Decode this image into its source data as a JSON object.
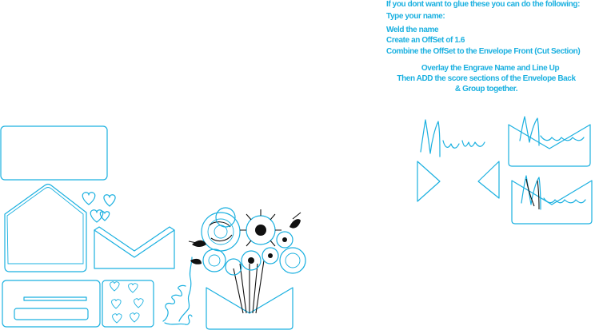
{
  "instructions": {
    "header": "If you dont want to glue these you can do the following:",
    "step1": "Type your name:",
    "step2": "Weld the name",
    "step3": "Create an OffSet of 1.6",
    "step4": "Combine the OffSet to the Envelope Front (Cut Section)",
    "note_line1": "Overlay the Engrave Name and Line Up",
    "note_line2": "Then ADD the score sections of the Envelope Back",
    "note_line3": "& Group together."
  },
  "colors": {
    "cut_line": "#1ab0e0",
    "engrave_line": "#111111",
    "background": "#ffffff"
  },
  "icons": {
    "script_name_label": "script-mum-icon",
    "bouquet": "flower-bouquet-icon",
    "hearts": "heart-icon"
  }
}
